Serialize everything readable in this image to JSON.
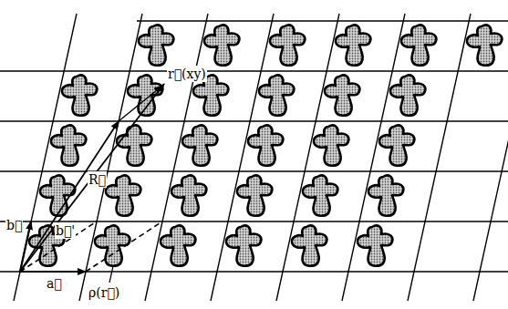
{
  "diagram": {
    "labels": [
      "r⃗(xy)",
      "R⃗",
      "b⃗",
      "b⃗'",
      "a⃗",
      "ρ(r⃗)"
    ]
  }
}
